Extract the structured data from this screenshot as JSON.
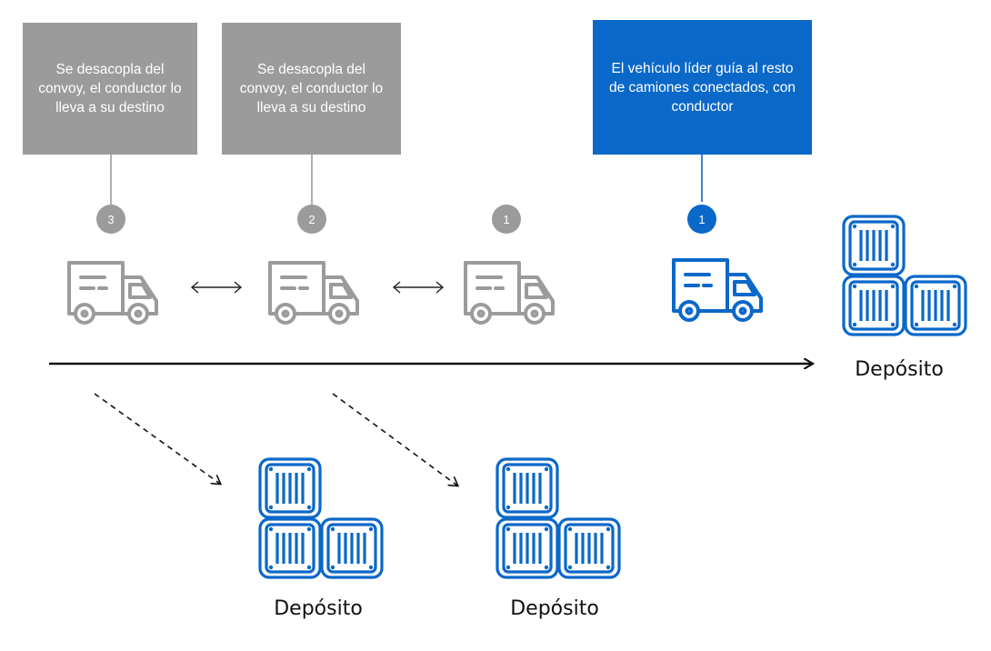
{
  "colors": {
    "gray": "#9b9b9b",
    "blue": "#0a68c9",
    "dark": "#111111"
  },
  "callouts": [
    {
      "text": "Se desacopla del convoy, el conductor lo lleva a su destino",
      "color": "#9b9b9b"
    },
    {
      "text": "Se desacopla del convoy, el conductor lo lleva a su destino",
      "color": "#9b9b9b"
    },
    {
      "text": "El vehículo líder guía al resto de camiones conectados, con conductor",
      "color": "#0a68c9"
    }
  ],
  "trucks": [
    {
      "badge": "3",
      "color": "gray"
    },
    {
      "badge": "2",
      "color": "gray"
    },
    {
      "badge": "1",
      "color": "gray"
    },
    {
      "badge": "1",
      "color": "blue"
    }
  ],
  "depots": [
    {
      "label": "Depósito"
    },
    {
      "label": "Depósito"
    },
    {
      "label": "Depósito"
    }
  ],
  "icons": {
    "truck": "truck-icon",
    "containers": "container-stack-icon",
    "link": "double-arrow-icon"
  }
}
